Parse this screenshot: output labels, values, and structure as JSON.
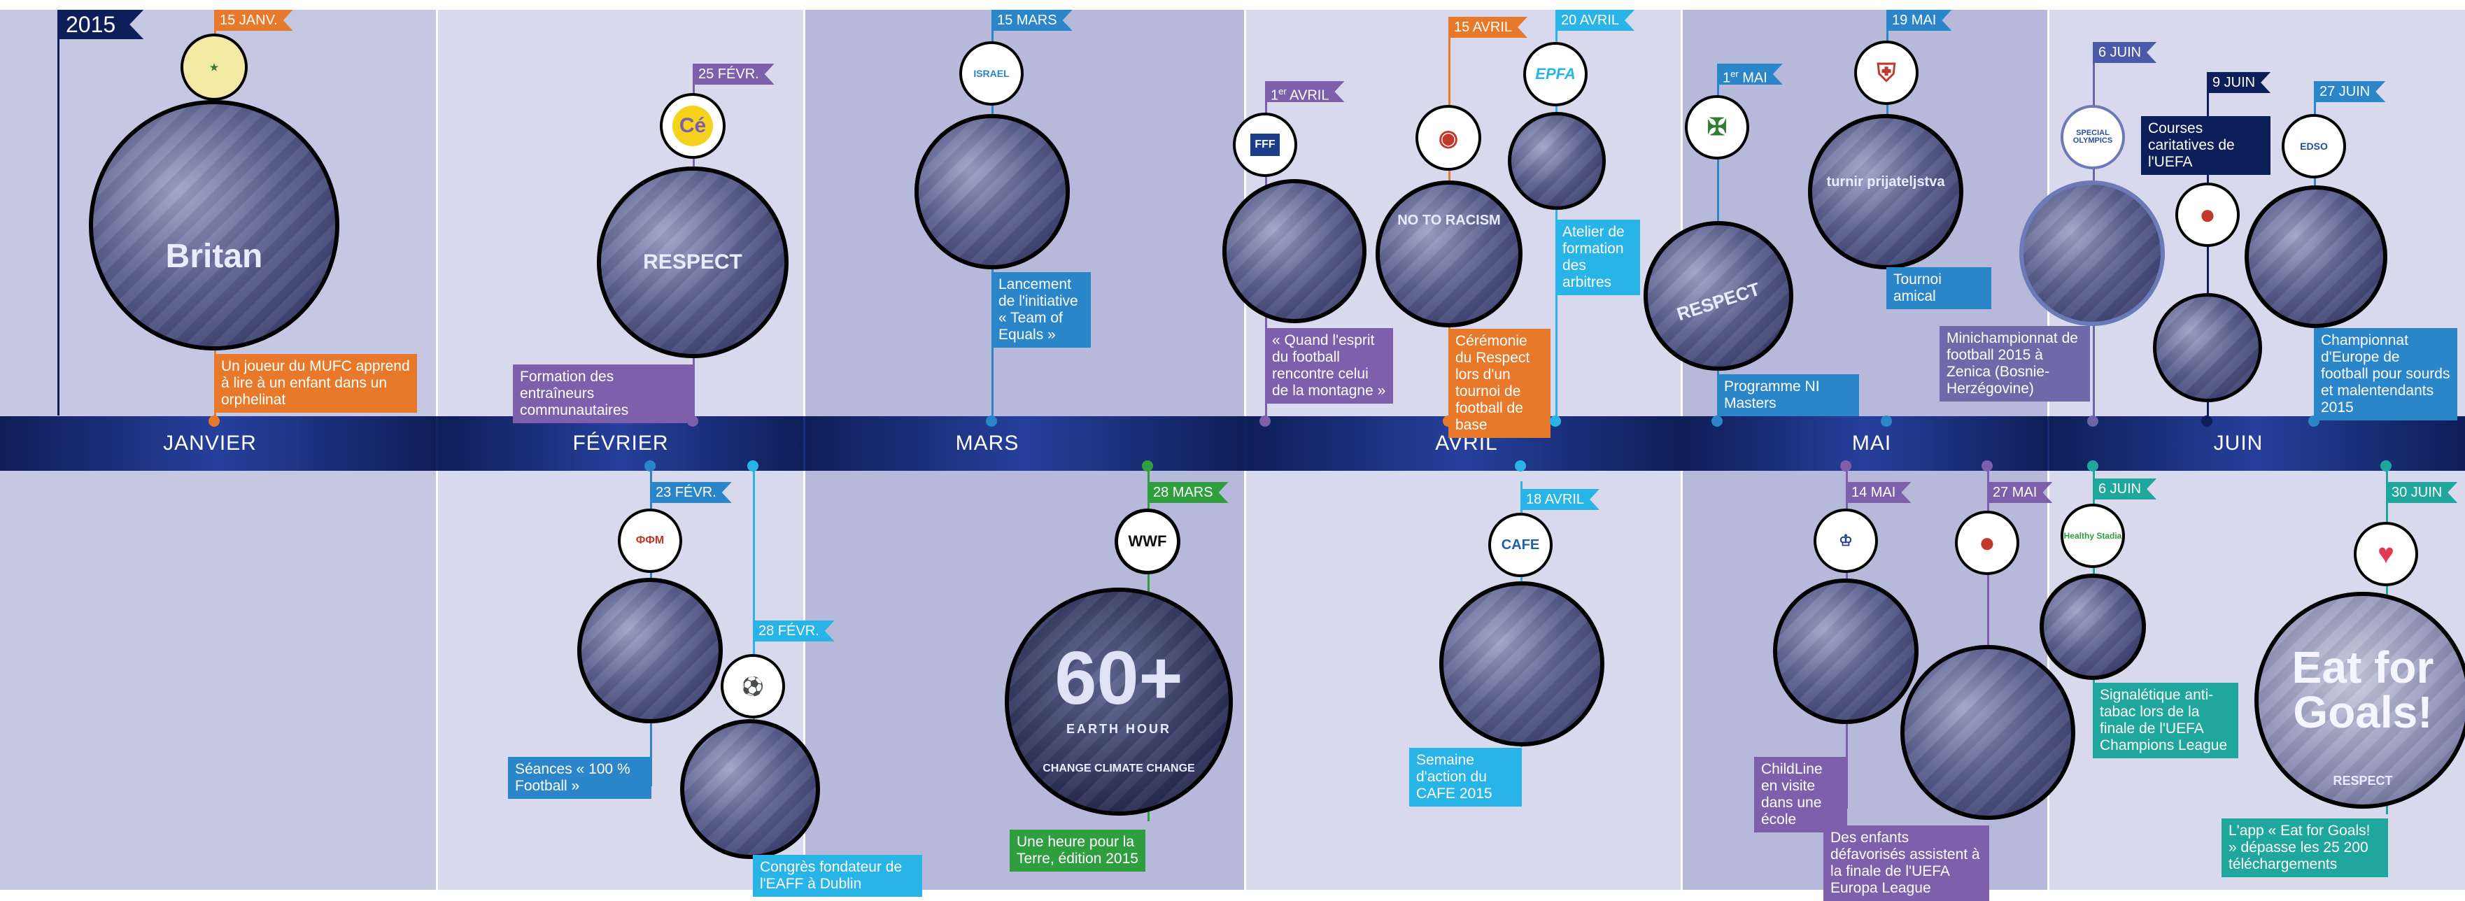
{
  "year": "2015",
  "months": [
    "JANVIER",
    "FÉVRIER",
    "MARS",
    "AVRIL",
    "MAI",
    "JUIN"
  ],
  "colors": {
    "band": "#0e1f5b",
    "orange": "#e9792a",
    "purple": "#7d5fab",
    "blue": "#2a86c8",
    "cyan": "#28b4e6",
    "green": "#2e9e3e",
    "teal": "#20a79d",
    "navy": "#0c1f5a"
  },
  "events": {
    "jan15": {
      "date": "15 JANV.",
      "caption": "Un joueur du MUFC apprend à lire à un enfant dans un orphelinat",
      "photo_text": "Britan",
      "logo_icon": "club-crest-icon"
    },
    "feb25": {
      "date": "25 FÉVR.",
      "caption": "Formation des entraîneurs communautaires",
      "photo_text": "RESPECT",
      "logo_text": "Cé",
      "logo_icon": "coaching-logo-icon"
    },
    "feb23": {
      "date": "23 FÉVR.",
      "caption": "Séances « 100 % Football »",
      "logo_text": "ФФМ",
      "logo_icon": "macedonia-federation-icon"
    },
    "feb28": {
      "date": "28 FÉVR.",
      "caption": "Congrès fondateur de l'EAFF à Dublin",
      "logo_icon": "eaff-logo-icon"
    },
    "mar15": {
      "date": "15 MARS",
      "caption": "Lancement de l'initiative « Team of Equals »",
      "logo_text": "ISRAEL",
      "logo_icon": "israel-federation-icon"
    },
    "mar28": {
      "date": "28 MARS",
      "caption": "Une heure pour la Terre, édition 2015",
      "logo_text": "WWF",
      "photo_text": "60+",
      "photo_sub": "EARTH HOUR",
      "photo_line": "CHANGE CLIMATE CHANGE",
      "logo_icon": "wwf-panda-icon"
    },
    "apr1": {
      "date_day": "1",
      "date_sup": "er",
      "date_month": " AVRIL",
      "caption": "« Quand l'esprit du football rencontre celui de la montagne »",
      "logo_text": "FFF",
      "logo_icon": "fff-logo-icon"
    },
    "apr15": {
      "date": "15 AVRIL",
      "caption": "Cérémonie du Respect lors d'un tournoi de football de base",
      "photo_text": "NO TO RACISM",
      "logo_icon": "club-badge-icon"
    },
    "apr20": {
      "date": "20 AVRIL",
      "caption": "Atelier de formation des arbitres",
      "logo_text": "EPFA",
      "logo_icon": "epfa-logo-icon"
    },
    "apr18": {
      "date": "18 AVRIL",
      "caption": "Semaine d'action du CAFE 2015",
      "logo_text": "CAFE",
      "logo_icon": "cafe-logo-icon"
    },
    "may1": {
      "date_day": "1",
      "date_sup": "er",
      "date_month": " MAI",
      "caption": "Programme NI Masters",
      "photo_text": "RESPECT",
      "logo_icon": "ni-federation-icon"
    },
    "may19": {
      "date": "19 MAI",
      "caption": "Tournoi amical",
      "photo_text": "turnir prijateljstva",
      "logo_icon": "serbia-federation-icon"
    },
    "may14": {
      "date": "14 MAI",
      "caption": "ChildLine en visite dans une école",
      "logo_icon": "england-fa-icon"
    },
    "may27": {
      "date": "27 MAI",
      "caption": "Des enfants défavorisés assistent à la finale de l'UEFA Europa League",
      "logo_icon": "uefa-logo-icon"
    },
    "jun6a": {
      "date": "6 JUIN",
      "caption": "Minichampionnat de football 2015 à Zenica (Bosnie-Herzégovine)",
      "logo_text": "SPECIAL OLYMPICS",
      "logo_icon": "special-olympics-icon"
    },
    "jun9": {
      "date": "9 JUIN",
      "caption": "Courses caritatives de l'UEFA",
      "logo_icon": "uefa-logo-icon"
    },
    "jun27": {
      "date": "27 JUIN",
      "caption": "Championnat d'Europe de football pour sourds et malentendants 2015",
      "logo_text": "EDSO",
      "logo_icon": "edso-logo-icon"
    },
    "jun6b": {
      "date": "6 JUIN",
      "caption": "Signalétique anti-tabac lors de la finale de l'UEFA Champions League",
      "logo_text": "Healthy Stadia",
      "logo_icon": "healthy-stadia-icon"
    },
    "jun30": {
      "date": "30 JUIN",
      "caption": "L'app « Eat for Goals! » dépasse les 25 200 téléchargements",
      "photo_text": "Eat for Goals!",
      "photo_sub": "RESPECT",
      "logo_icon": "heart-logo-icon"
    }
  }
}
